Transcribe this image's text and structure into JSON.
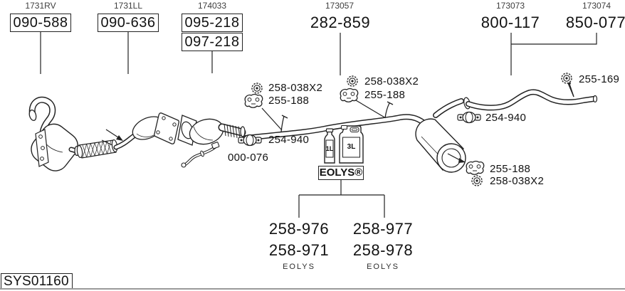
{
  "system_code": "SYS01160",
  "colors": {
    "line": "#1e1e1e",
    "background": "#ffffff"
  },
  "groups": [
    {
      "ref": "1731RV",
      "part": "090-588"
    },
    {
      "ref": "1731LL",
      "part": "090-636"
    },
    {
      "ref": "174033",
      "part": "095-218",
      "part2": "097-218"
    },
    {
      "ref": "173057",
      "part": "282-859"
    },
    {
      "ref": "173073",
      "part": "800-117"
    },
    {
      "ref": "173074",
      "part": "850-077"
    }
  ],
  "callouts": [
    {
      "icon": "grommet-nut-icon",
      "label": "258-038X2"
    },
    {
      "icon": "rubber-hanger-icon",
      "label": "255-188"
    },
    {
      "icon": "grommet-nut-icon",
      "label": "258-038X2"
    },
    {
      "icon": "rubber-hanger-icon",
      "label": "255-188"
    },
    {
      "icon": "grommet-nut-icon",
      "label": "255-169"
    },
    {
      "icon": "clamp-icon",
      "label": "254-940"
    },
    {
      "icon": "none",
      "label": "000-076"
    },
    {
      "icon": "clamp-icon",
      "label": "254-940"
    },
    {
      "icon": "rubber-hanger-icon",
      "label": "255-188"
    },
    {
      "icon": "grommet-nut-icon",
      "label": "258-038X2"
    }
  ],
  "additive": {
    "box_label": "EOLYS®",
    "bottles": [
      {
        "label": "1L"
      },
      {
        "label": "3L"
      }
    ],
    "columns": [
      {
        "parts": [
          "258-976",
          "258-971"
        ],
        "caption": "EOLYS"
      },
      {
        "parts": [
          "258-977",
          "258-978"
        ],
        "caption": "EOLYS"
      }
    ]
  }
}
